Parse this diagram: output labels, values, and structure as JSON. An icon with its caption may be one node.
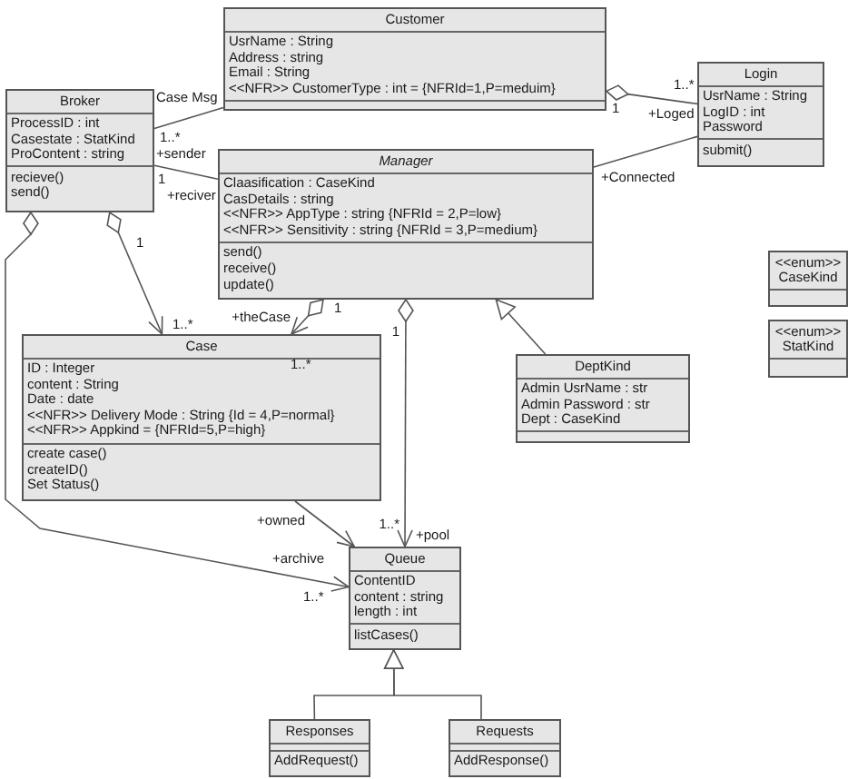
{
  "diagram": {
    "nodes": [
      {
        "text": [
          "Customer",
          "UsrName : String",
          "Address : string",
          "Email : String",
          "<<NFR>> CustomerType : int = {NFRId=1,P=meduim}"
        ]
      },
      {
        "text": [
          "Login",
          "UsrName : String",
          "LogID : int",
          "Password",
          "submit()"
        ]
      },
      {
        "text": [
          "Broker",
          "ProcessID : int",
          "Casestate : StatKind",
          "ProContent : string",
          "recieve()",
          "send()"
        ]
      },
      {
        "text": [
          "Manager",
          "Claasification : CaseKind",
          "CasDetails : string",
          "<<NFR>> AppType : string {NFRId = 2,P=low}",
          "<<NFR>> Sensitivity : string {NFRId = 3,P=medium}",
          "send()",
          "receive()",
          "update()"
        ]
      },
      {
        "text": [
          "Case",
          "ID : Integer",
          "content : String",
          "Date : date",
          "<<NFR>> Delivery Mode : String {Id = 4,P=normal}",
          "<<NFR>> Appkind = {NFRId=5,P=high}",
          "create case()",
          "createID()",
          "Set Status()"
        ]
      },
      {
        "text": [
          "DeptKind",
          "Admin UsrName : str",
          "Admin Password : str",
          "Dept : CaseKind"
        ]
      },
      {
        "text": [
          "<<enum>>",
          "CaseKind"
        ]
      },
      {
        "text": [
          "<<enum>>",
          "StatKind"
        ]
      },
      {
        "text": [
          "Queue",
          "ContentID",
          "content : string",
          "length : int",
          "listCases()"
        ]
      },
      {
        "text": [
          "Responses",
          "AddRequest()"
        ]
      },
      {
        "text": [
          "Requests",
          "AddResponse()"
        ]
      }
    ],
    "edges": [
      {
        "from": 2,
        "to": 0,
        "arrow": "none"
      },
      {
        "from": 0,
        "to": 1,
        "arrow": "other"
      },
      {
        "from": 2,
        "to": 3,
        "arrow": "none"
      },
      {
        "from": 1,
        "to": 3,
        "arrow": "none"
      },
      {
        "from": 2,
        "to": 4,
        "arrow": "to"
      },
      {
        "from": 3,
        "to": 4,
        "arrow": "to"
      },
      {
        "from": 3,
        "to": 8,
        "arrow": "to"
      },
      {
        "from": 4,
        "to": 8,
        "arrow": "to"
      },
      {
        "from": 2,
        "to": 8,
        "arrow": "to"
      },
      {
        "from": 5,
        "to": 3,
        "arrow": "to"
      },
      {
        "from": 9,
        "to": 8,
        "arrow": "to"
      },
      {
        "from": 10,
        "to": 8,
        "arrow": "to"
      }
    ],
    "labels": [
      "1..*",
      "Case Msg",
      "1",
      "+Loged",
      "1..*",
      "+sender",
      "+Connected",
      "1",
      "+reciver",
      "1",
      "1",
      "+theCase",
      "1..*",
      "1",
      "1..*",
      "+owned",
      "1..*",
      "+pool",
      "+archive",
      "1..*"
    ]
  }
}
